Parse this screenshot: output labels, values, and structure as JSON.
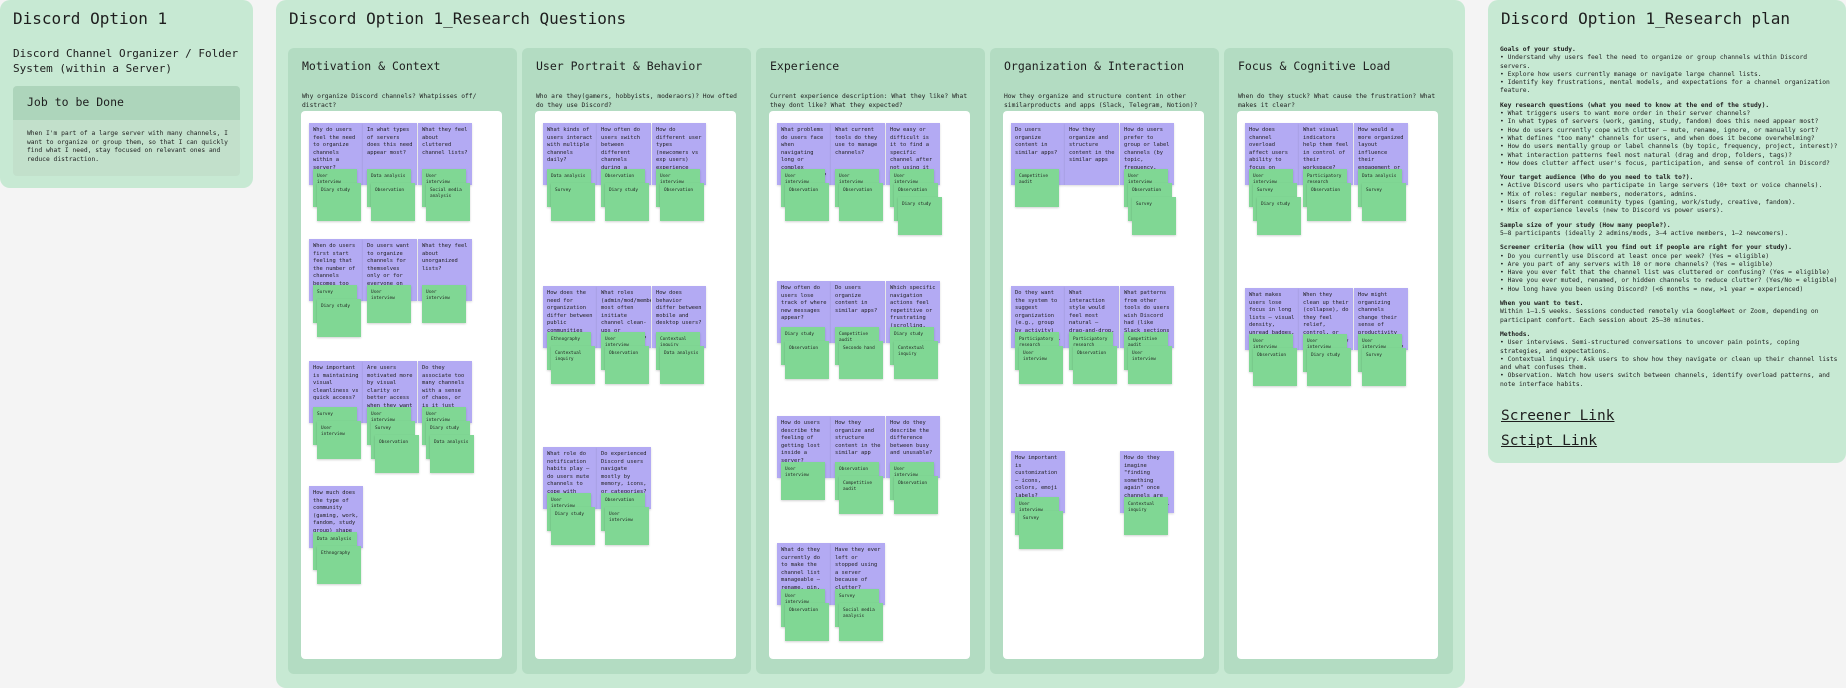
{
  "sections": {
    "option": {
      "title": "Discord Option 1",
      "description": "Discord Channel Organizer / Folder System (within a Server)",
      "jtbd_title": "Job to be Done",
      "jtbd_text": "When I'm part of a large server with many channels, I want to organize or group them, so that I can quickly find what I need, stay focused on relevant ones and reduce distraction."
    },
    "questions": {
      "title": "Discord Option 1_Research Questions"
    },
    "plan": {
      "title": "Discord Option 1_Research plan",
      "screener_link": "Screener Link",
      "script_link": "Sctipt Link"
    }
  },
  "plan_blocks": [
    {
      "heading": "Goals of your study.",
      "lines": [
        "• Understand why users feel the need to organize or group channels within Discord servers.",
        "• Explore how users currently manage or navigate large channel lists.",
        "• Identify key frustrations, mental models, and expectations for a channel organization feature."
      ]
    },
    {
      "heading": "Key research questions (what you need to know at the end of the study).",
      "lines": [
        "• What triggers users to want more order in their server channels?",
        "• In what types of servers (work, gaming, study, fandom) does this need appear most?",
        "• How do users currently cope with clutter – mute, rename, ignore, or manually sort?",
        "• What defines \"too many\" channels for users, and when does it become overwhelming?",
        "• How do users mentally group or label channels (by topic, frequency, project, interest)?",
        "• What interaction patterns feel most natural (drag and drop, folders, tags)?",
        "• How does clutter affect user's focus, participation, and sense of control in Discord?"
      ]
    },
    {
      "heading": "Your target audience (Who do you need to talk to?).",
      "lines": [
        "• Active Discord users who participate in large servers (10+ text or voice channels).",
        "• Mix of roles: regular members, moderators, admins.",
        "• Users from different community types (gaming, work/study, creative, fandom).",
        "• Mix of experience levels (new to Discord vs power users)."
      ]
    },
    {
      "heading": "Sample size of your study (How many people?).",
      "lines": [
        "5–8 participants (ideally 2 admins/mods, 3–4 active members, 1–2 newcomers)."
      ]
    },
    {
      "heading": "Screener criteria  (how will you find out if people are right for your study).",
      "lines": [
        "• Do you currently use Discord at least once per week? (Yes = eligible)",
        "• Are you part of any servers with 10 or more channels? (Yes = eligible)",
        "• Have you ever felt that the channel list was cluttered or confusing? (Yes = eligible)",
        "• Have you ever muted, renamed, or hidden channels to reduce clutter? (Yes/No = eligible)",
        "• How long have you been using Discord? (<6 months = new, >1 year = experienced)"
      ]
    },
    {
      "heading": "When you want to test.",
      "lines": [
        "Within 1–1.5 weeks. Sessions conducted remotely via GoogleMeet or Zoom, depending on participant comfort. Each session about 25–30 minutes."
      ]
    },
    {
      "heading": "Methods.",
      "lines": [
        "• User interviews. Semi-structured conversations to uncover pain points, coping strategies, and expectations.",
        "• Contextual inquiry. Ask users to show how they navigate or clean up their channel lists and what confuses them.",
        "• Observation. Watch how users switch between channels, identify overload patterns, and note interface habits."
      ]
    }
  ],
  "columns": [
    {
      "title": "Motivation & Context",
      "question": "Why organize Discord channels? Whatpisses off/ distract?",
      "notes": [
        {
          "text": "Why do users feel the need to organize channels within a server?",
          "tags": [
            "User interview",
            "Diary study"
          ]
        },
        {
          "text": "In what types of servers does this need appear most?",
          "tags": [
            "Data analysis",
            "Observation"
          ]
        },
        {
          "text": "What they feel about cluttered channel lists?",
          "tags": [
            "User interview",
            "Social media analysis"
          ]
        },
        {
          "text": "When do users first start feeling that the number of channels becomes too much?",
          "tags": [
            "Survey",
            "Diary study"
          ]
        },
        {
          "text": "Do users want to organize channels for themselves only or for everyone on the server?",
          "tags": [
            "User interview"
          ]
        },
        {
          "text": "What they feel about unorganized lists?",
          "tags": [
            "User interview"
          ]
        },
        {
          "text": "How important is maintaining visual cleanliness vs quick access?",
          "tags": [
            "Survey",
            "User interview"
          ]
        },
        {
          "text": "Are users motivated more by visual clarity or better access when they want to organize?",
          "tags": [
            "User interview",
            "Survey",
            "Observation"
          ]
        },
        {
          "text": "Do they associate too many channels with a sense of chaos, or is it just visual clutter?",
          "tags": [
            "User interview",
            "Diary study",
            "Data analysis"
          ]
        },
        {
          "text": "How much does the type of community (gaming, work, fandom, study group) shape this need?",
          "tags": [
            "Data analysis",
            "Ethnography"
          ]
        }
      ]
    },
    {
      "title": "User Portrait & Behavior",
      "question": "Who are they(gamers, hobbyists, moderaors)? How ofted do they use Discord?",
      "notes": [
        {
          "text": "What kinds of users interact with multiple channels daily?",
          "tags": [
            "Data analysis",
            "Survey"
          ]
        },
        {
          "text": "How often do users switch between different channels during a typical session?",
          "tags": [
            "Observation",
            "Diary study"
          ]
        },
        {
          "text": "How do different user types (newcomers vs exp users) experience Discord's channel layout?",
          "tags": [
            "User interview",
            "Observation"
          ]
        },
        {
          "text": "How does the need for organization differ between public communities and private team servers?",
          "tags": [
            "Ethnography",
            "Contextual inquiry"
          ]
        },
        {
          "text": "What roles (admin/mod/member) most often initiate channel clean-ups or restructuring?",
          "tags": [
            "User interview",
            "Observation"
          ]
        },
        {
          "text": "How does behavior differ between mobile and desktop users?",
          "tags": [
            "Contextual inquiry",
            "Data analysis"
          ]
        },
        {
          "text": "What role do notification habits play – do users mute channels to cope with overload?",
          "tags": [
            "User interview",
            "Diary study"
          ]
        },
        {
          "text": "Do experienced Discord users navigate mostly by memory, icons, or categories?",
          "tags": [
            "Observation",
            "User interview"
          ]
        }
      ]
    },
    {
      "title": "Experience",
      "question": "Current experience description: What they like? What they dont like? What they expected?",
      "notes": [
        {
          "text": "What problems do users face when navigating long or complex channel lists?",
          "tags": [
            "User interview",
            "Observation"
          ]
        },
        {
          "text": "What current tools do they use to manage channels?",
          "tags": [
            "User interview",
            "Observation"
          ]
        },
        {
          "text": "How easy or difficult is it to find a specific channel after not using it for a while?",
          "tags": [
            "User interview",
            "Observation",
            "Diary study"
          ]
        },
        {
          "text": "How often do users lose track of where new messages appear?",
          "tags": [
            "Diary study",
            "Observation"
          ]
        },
        {
          "text": "Do users organize content in similar apps?",
          "tags": [
            "Competitive audit",
            "Secondo hand"
          ]
        },
        {
          "text": "Which specific navigation actions feel repetitive or frustrating (scrolling, collapsing, searching)?",
          "tags": [
            "Diary study",
            "Contextual inquiry"
          ]
        },
        {
          "text": "How do users describe the feeling of getting lost inside a server?",
          "tags": [
            "User interview"
          ]
        },
        {
          "text": "How they organize and structure content in the similar app",
          "tags": [
            "Observation",
            "Competitive audit"
          ]
        },
        {
          "text": "How do they describe the difference between busy and unusable?",
          "tags": [
            "User interview",
            "Observation"
          ]
        },
        {
          "text": "What do they currently do to make the channel list manageable – rename, pin, mute, rely on memory?",
          "tags": [
            "User interview",
            "Observation"
          ]
        },
        {
          "text": "Have they ever left or stopped using a server because of clutter?",
          "tags": [
            "Survey",
            "Social media analysis"
          ]
        }
      ]
    },
    {
      "title": "Organization & Interaction",
      "question": "How they organize and structure content in other similarproducts and apps (Slack, Telegram, Notion)?",
      "notes": [
        {
          "text": "Do users organize content in similar apps?",
          "tags": [
            "Competitive audit"
          ]
        },
        {
          "text": "How they organize and structure content in the similar apps",
          "tags": []
        },
        {
          "text": "How do users prefer to group or label channels (by topic, frequency, project, or interest)?",
          "tags": [
            "User interview",
            "Observation",
            "Survey"
          ]
        },
        {
          "text": "Do they want the system to suggest organization (e.g., group by activity) or give manual control?",
          "tags": [
            "Participatory research",
            "User interview"
          ]
        },
        {
          "text": "What interaction style would feel most natural – drag-and-drop, collapsing folders, tags, or auto-sorting?",
          "tags": [
            "Participatory research",
            "Observation"
          ]
        },
        {
          "text": "What patterns from other tools do users wish Discord had (like Slack sections or Notion nesting)?",
          "tags": [
            "Competitive audit",
            "User interview"
          ]
        },
        {
          "text": "How important is customization – icons, colors, emoji labels?",
          "tags": [
            "User interview",
            "Survey"
          ]
        },
        {
          "text": "How do they imagine \"finding something again\" once channels are grouped? Still search bar?",
          "tags": [
            "Contextual inquiry"
          ]
        }
      ]
    },
    {
      "title": "Focus & Cognitive Load",
      "question": "When do they stuck? What cause the frustration? What makes it clear?",
      "notes": [
        {
          "text": "How does channel overload affect users ability to focus on conversations that matter?",
          "tags": [
            "User interview",
            "Survey",
            "Diary study"
          ]
        },
        {
          "text": "What visual indicators help them feel in control of their workspace?",
          "tags": [
            "Participatory research",
            "Observation"
          ]
        },
        {
          "text": "How would a more organized layout influence their engagement or time spent in Discord?",
          "tags": [
            "Data analysis",
            "Survey"
          ]
        },
        {
          "text": "What makes users lose focus in long lists – visual density, unread badges, unclear hierarchy?",
          "tags": [
            "User interview",
            "Observation"
          ]
        },
        {
          "text": "When they clean up their (collapse), do they feel relief, control, or just temporary order?",
          "tags": [
            "User interview",
            "Diary study"
          ]
        },
        {
          "text": "How might organizing channels change their sense of productivity or belonging in the server?",
          "tags": [
            "User interview",
            "Survey"
          ]
        }
      ]
    }
  ]
}
